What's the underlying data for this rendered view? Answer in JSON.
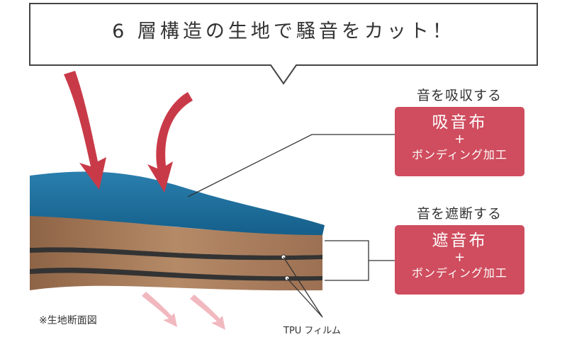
{
  "title": "6 層構造の生地で騒音をカット！",
  "absorb": {
    "heading": "音を吸収する",
    "material": "吸音布",
    "plus": "+",
    "process": "ボンディング加工"
  },
  "block": {
    "heading": "音を遮断する",
    "material": "遮音布",
    "plus": "+",
    "process": "ボンディング加工"
  },
  "note": "※生地断面図",
  "tpu_label": "TPU フィルム",
  "colors": {
    "accent": "#cf4d5e",
    "blue_layer": "#1b6f9e",
    "wood": "#a57a58"
  }
}
